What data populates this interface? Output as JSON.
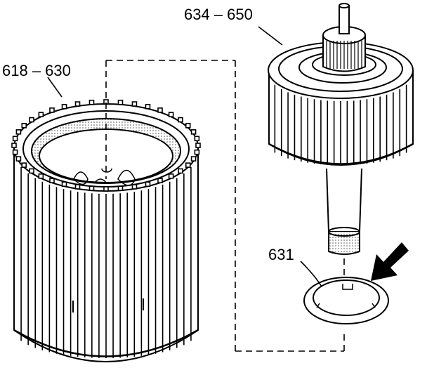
{
  "labels": {
    "clutch_housing": "618 – 630",
    "shaft_assembly": "634 – 650",
    "thrust_washer": "631"
  },
  "colors": {
    "ink": "#000000",
    "paper": "#ffffff",
    "shade": "#d8d8d8"
  },
  "icons": {
    "arrow": "arrow-down-left-icon"
  }
}
